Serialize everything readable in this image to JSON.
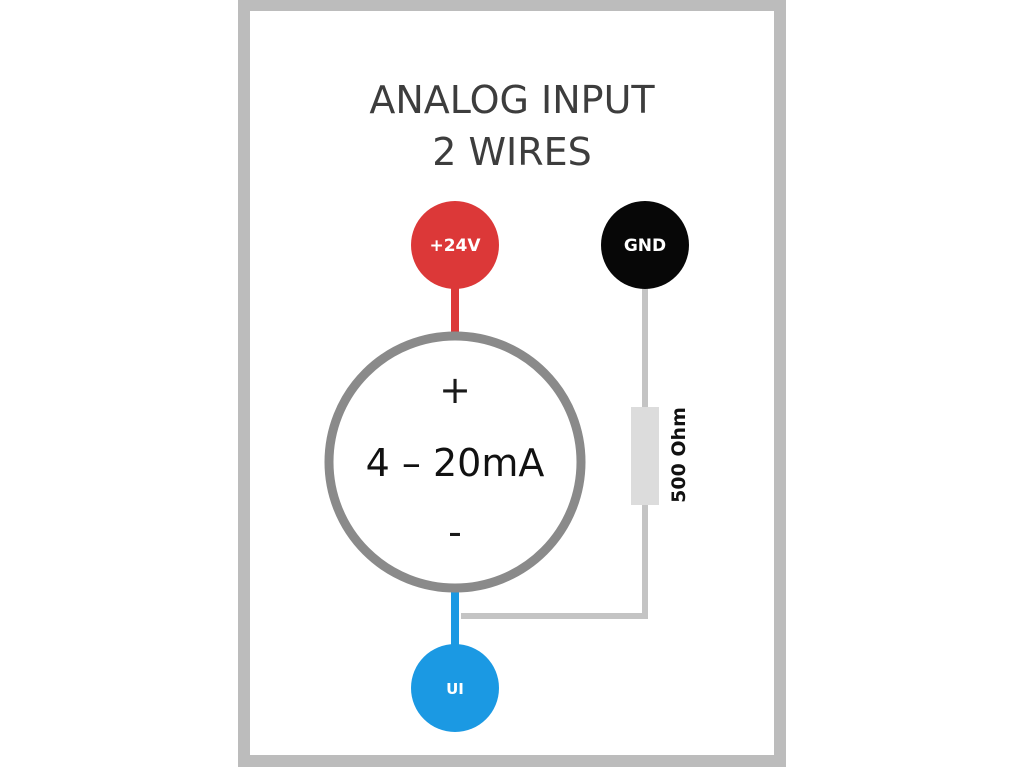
{
  "diagram": {
    "title": [
      "ANALOG INPUT",
      "2 WIRES"
    ],
    "terminals": {
      "supply": {
        "label": "+24V",
        "color": "#dc3838"
      },
      "ground": {
        "label": "GND",
        "color": "#070707"
      },
      "input": {
        "label": "UI",
        "color": "#1b99e3"
      }
    },
    "sensor": {
      "positive": "+",
      "range": "4 – 20mA",
      "negative": "-"
    },
    "resistor": {
      "label": "500 Ohm"
    },
    "colors": {
      "frame": "#bcbcbc",
      "sensor_ring": "#8a8a8a",
      "wire_supply": "#dc3838",
      "wire_input": "#1b99e3",
      "wire_ground": "#c4c4c4",
      "resistor_body": "#dcdcdc"
    }
  }
}
